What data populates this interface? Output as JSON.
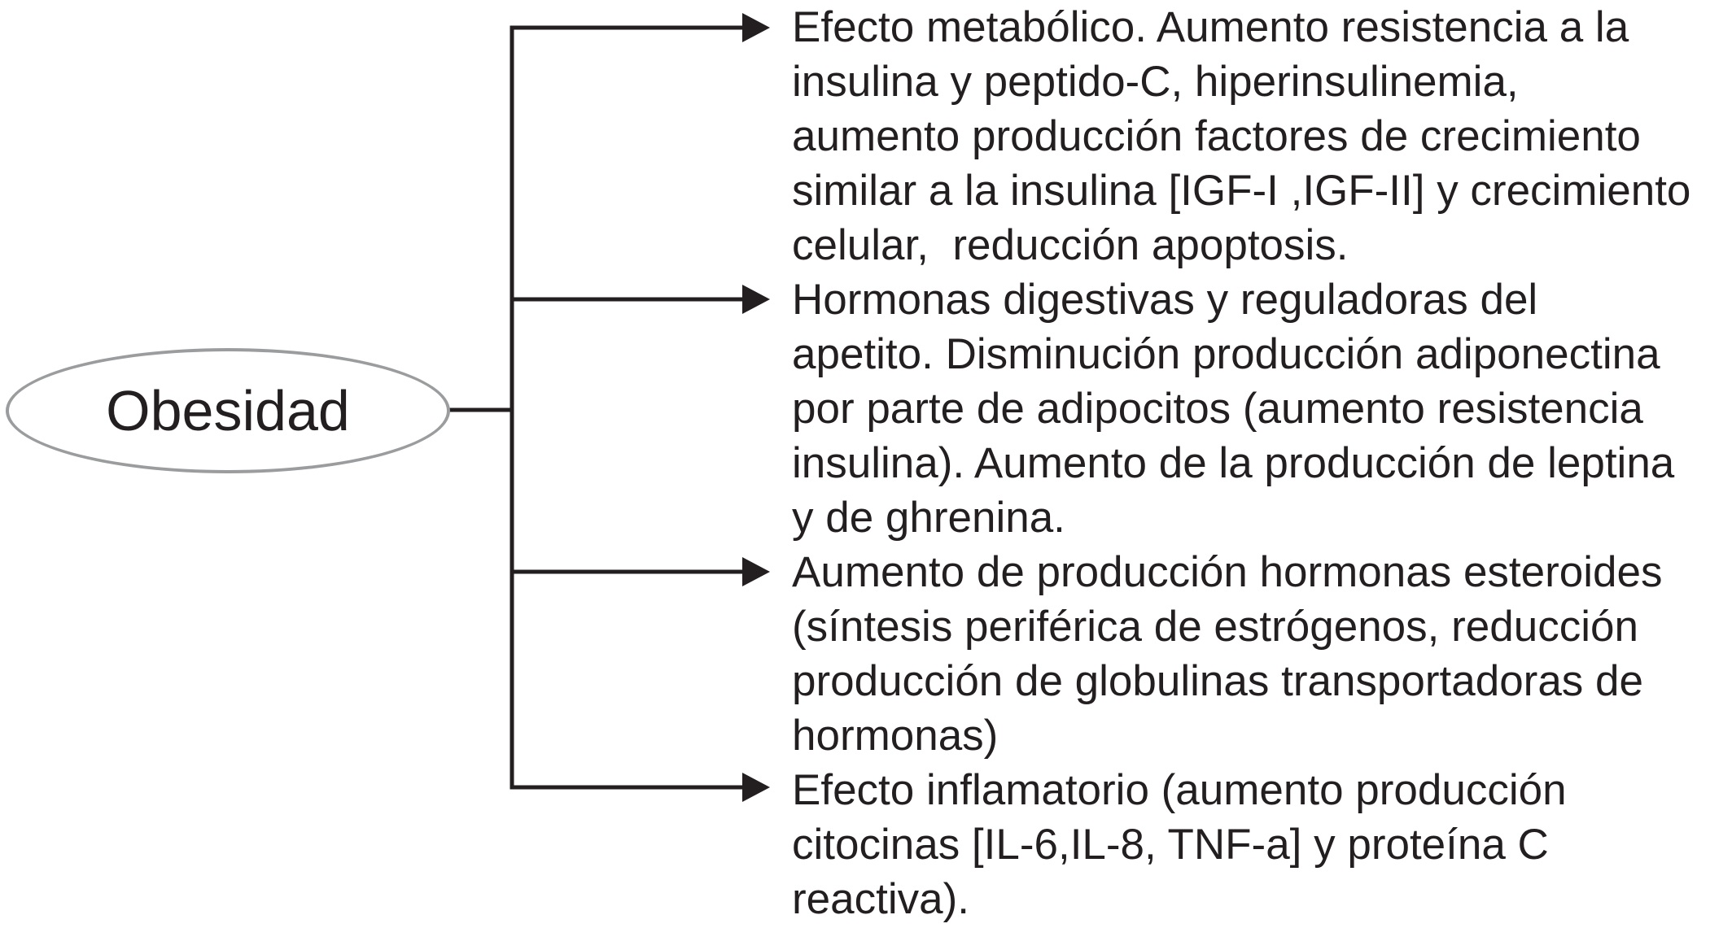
{
  "root_node": {
    "label": "Obesidad"
  },
  "effects": [
    {
      "id": "efecto-metabolico",
      "lines": [
        "Efecto metabólico. Aumento resistencia a la",
        "insulina y peptido-C, hiperinsulinemia,",
        "aumento producción factores de crecimiento",
        "similar a la insulina [IGF-I ,IGF-II] y crecimiento",
        "celular,  reducción apoptosis."
      ]
    },
    {
      "id": "hormonas-digestivas",
      "lines": [
        "Hormonas digestivas y reguladoras del",
        "apetito. Disminución producción adiponectina",
        "por parte de adipocitos (aumento resistencia",
        "insulina). Aumento de la producción de leptina",
        "y de ghrenina."
      ]
    },
    {
      "id": "hormonas-esteroides",
      "lines": [
        "Aumento de producción hormonas esteroides",
        "(síntesis periférica de estrógenos, reducción",
        "producción de globulinas transportadoras de",
        "hormonas)"
      ]
    },
    {
      "id": "efecto-inflamatorio",
      "lines": [
        "Efecto inflamatorio (aumento producción",
        "citocinas [IL-6,IL-8, TNF-a] y proteína C",
        "reactiva)."
      ]
    }
  ],
  "icons": {
    "arrowhead": "filled-right-arrow"
  },
  "colors": {
    "background": "#ffffff",
    "text": "#231f20",
    "connector_line": "#231f20",
    "node_border": "#9a9c9e"
  }
}
